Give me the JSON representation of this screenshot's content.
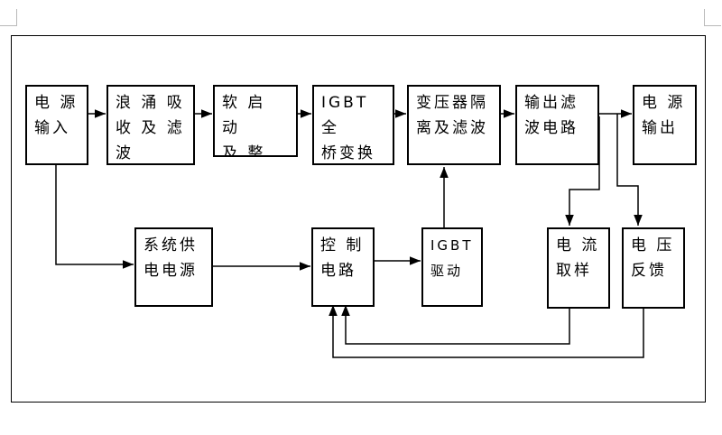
{
  "diagram": {
    "blocks": {
      "power_input": "电 源\n输入",
      "surge_filter": "浪 涌 吸\n收 及 滤\n波",
      "soft_start": "软 启 动\n及 整 流\n滤波",
      "igbt_bridge": "IGBT 全\n桥变换\n（IGBT）",
      "transformer": "变压器隔\n离及滤波",
      "output_filter": "输出滤\n波电路",
      "power_output": "电 源\n输出",
      "system_supply": "系统供\n电电源",
      "control_circuit": "控 制\n电路",
      "igbt_driver": "IGBT\n驱动",
      "current_sampling": "电 流\n取样",
      "voltage_feedback": "电 压\n反馈"
    }
  }
}
